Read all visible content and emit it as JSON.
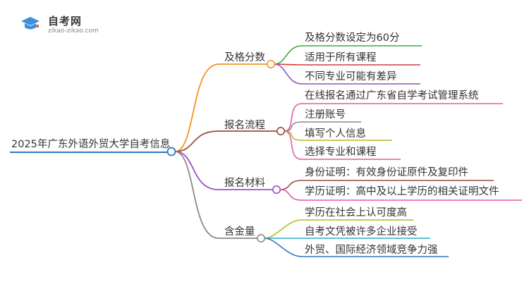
{
  "logo": {
    "title": "自考网",
    "url": "zikao-zikao.com",
    "icon": "graduation-cap-icon",
    "colors": {
      "cap": "#3c8fd8",
      "accent": "#e05a3a"
    }
  },
  "root": {
    "label": "2025年广东外语外贸大学自考信息",
    "color": "#2f77c4"
  },
  "branches": [
    {
      "label": "及格分数",
      "color": "#f39321",
      "children": [
        {
          "label": "及格分数设定为60分",
          "color": "#3bab3b"
        },
        {
          "label": "适用于所有课程",
          "color": "#d83a3a"
        },
        {
          "label": "不同专业可能有差异",
          "color": "#8e55c4"
        }
      ]
    },
    {
      "label": "报名流程",
      "color": "#9b4a3a",
      "children": [
        {
          "label": "在线报名通过广东省自学考试管理系统",
          "color": "#e25aa8"
        },
        {
          "label": "注册账号",
          "color": "#8a8a8a"
        },
        {
          "label": "填写个人信息",
          "color": "#b8b81e"
        },
        {
          "label": "选择专业和课程",
          "color": "#e25aa8"
        }
      ]
    },
    {
      "label": "报名材料",
      "color": "#9d4fc4",
      "children": [
        {
          "label": "身份证明：有效身份证原件及复印件",
          "color": "#9b4a3a"
        },
        {
          "label": "学历证明：高中及以上学历的相关证明文件",
          "color": "#e25aa8"
        }
      ]
    },
    {
      "label": "含金量",
      "color": "#8a8a8a",
      "children": [
        {
          "label": "学历在社会上认可度高",
          "color": "#b8b81e"
        },
        {
          "label": "自考文凭被许多企业接受",
          "color": "#2aaec4"
        },
        {
          "label": "外贸、国际经济领域竞争力强",
          "color": "#2f77c4"
        }
      ]
    }
  ]
}
